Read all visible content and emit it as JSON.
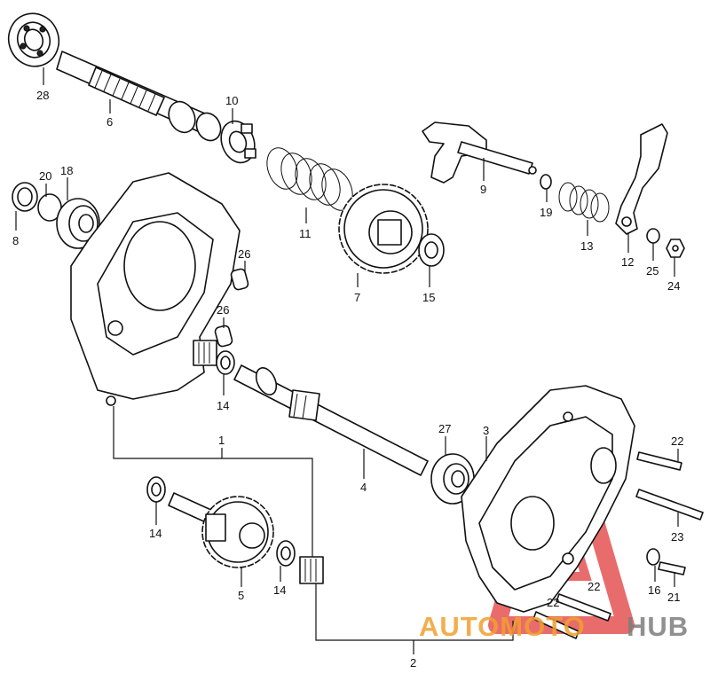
{
  "labels": {
    "p1": "1",
    "p2": "2",
    "p3": "3",
    "p4": "4",
    "p5": "5",
    "p6": "6",
    "p7": "7",
    "p8": "8",
    "p9": "9",
    "p10": "10",
    "p11": "11",
    "p12": "12",
    "p13": "13",
    "p14a": "14",
    "p14b": "14",
    "p14c": "14",
    "p15": "15",
    "p16": "16",
    "p18": "18",
    "p19": "19",
    "p20": "20",
    "p21": "21",
    "p22a": "22",
    "p22b": "22",
    "p22c": "22",
    "p23": "23",
    "p24": "24",
    "p25": "25",
    "p26a": "26",
    "p26b": "26",
    "p27": "27",
    "p28": "28"
  },
  "watermark": {
    "text_a": "AUTOMOTO",
    "text_b": "HUB",
    "color_a": "#f0a030",
    "color_b": "#7d7d7d",
    "triangle_color": "#e23b3b"
  }
}
